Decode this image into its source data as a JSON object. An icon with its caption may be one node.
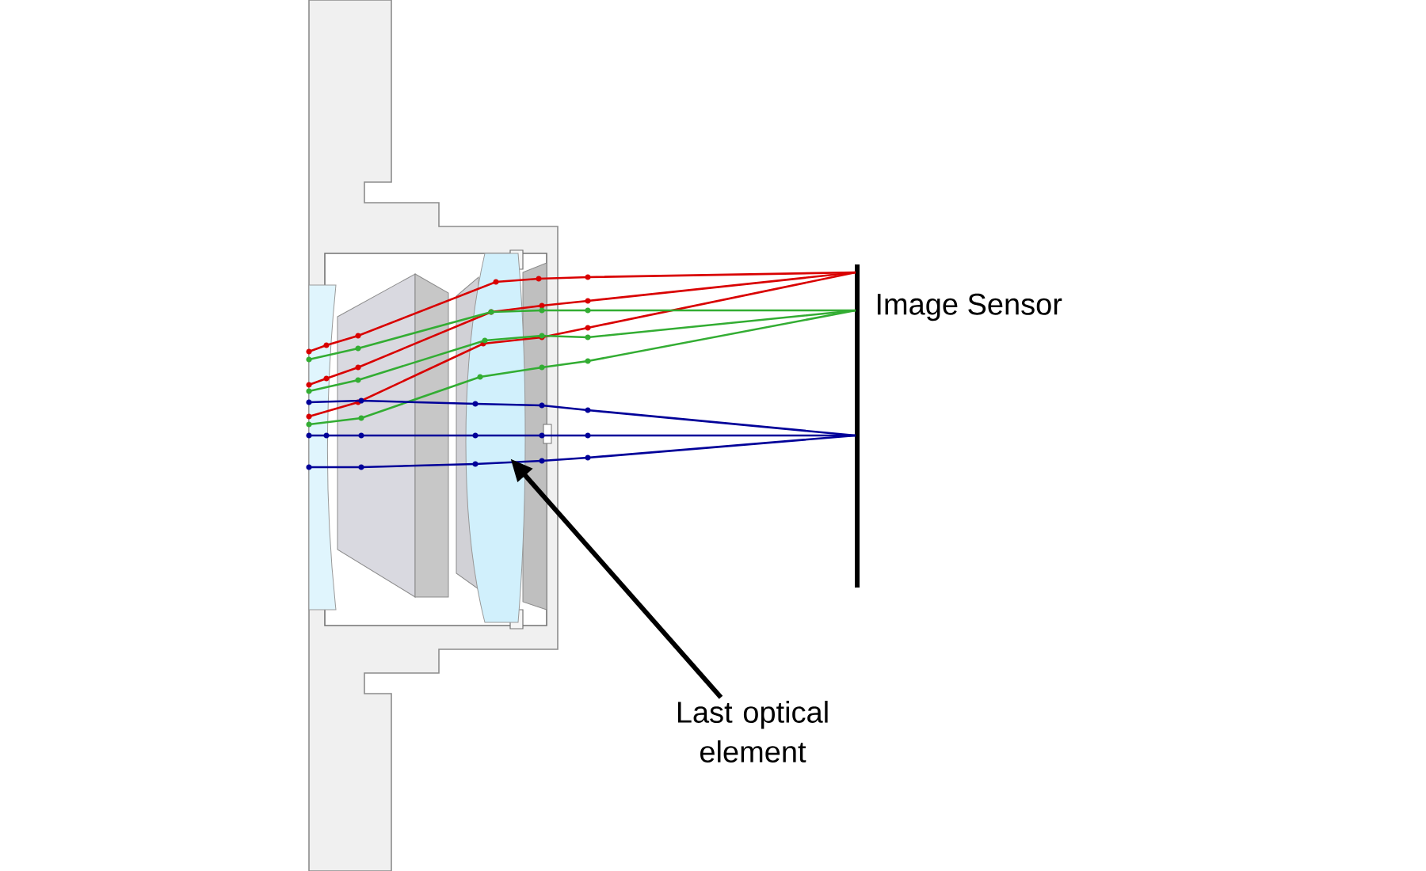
{
  "diagram": {
    "nodes": [
      {
        "text": [
          "Last optical element"
        ]
      },
      {
        "text": [],
        "shape": "picture"
      }
    ],
    "edges": [
      {
        "from": 0,
        "to": 1,
        "arrow": "to"
      }
    ],
    "labels": [
      "Image Sensor"
    ]
  }
}
